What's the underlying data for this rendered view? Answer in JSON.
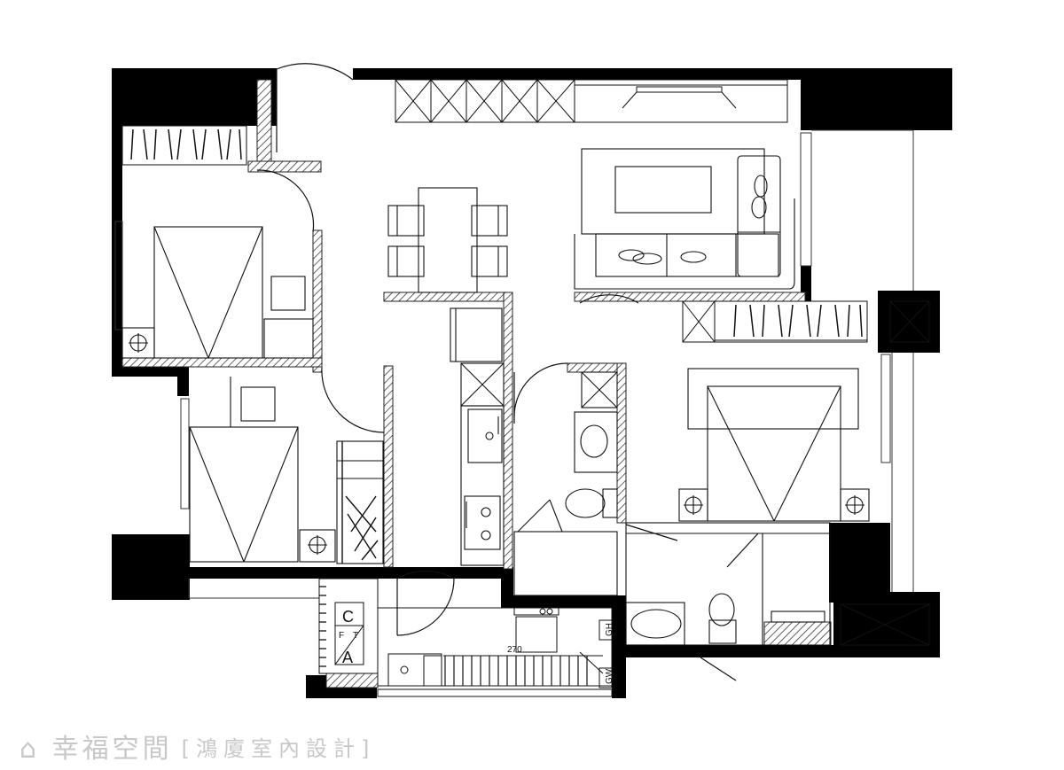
{
  "watermark": {
    "logo": "⌂ 幸福空間",
    "subtitle": "[鴻廈室內設計]"
  },
  "annotations": {
    "dim_270": "270",
    "ac_a": "A",
    "ac_c": "C",
    "ac_f": "F",
    "ac_t": "T",
    "cooker_gh": "GH",
    "wh_gw": "GW"
  }
}
